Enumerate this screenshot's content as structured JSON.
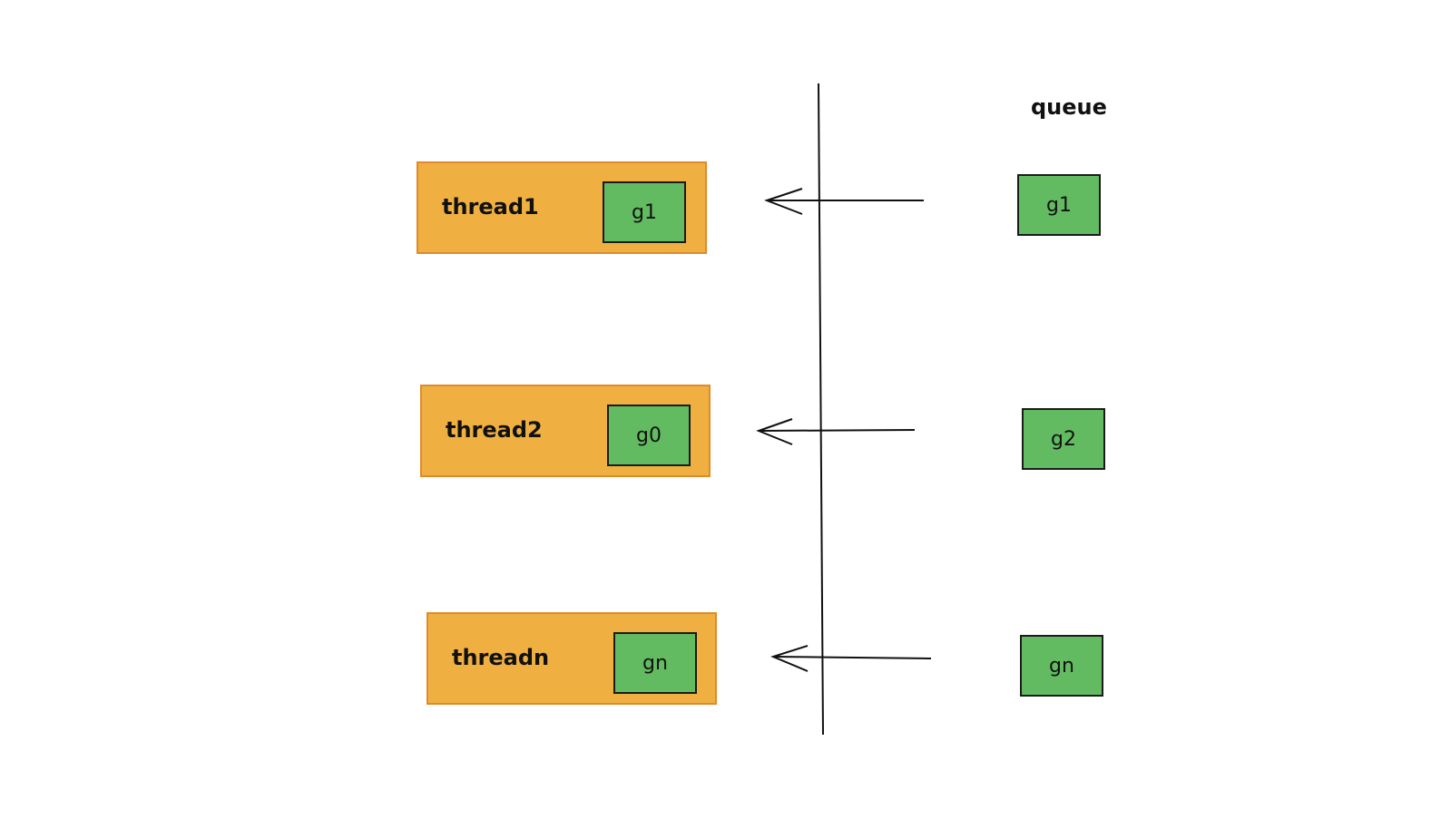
{
  "queue_label": "queue",
  "threads": [
    {
      "label": "thread1",
      "current": "g1"
    },
    {
      "label": "thread2",
      "current": "g0"
    },
    {
      "label": "threadn",
      "current": "gn"
    }
  ],
  "queue_items": [
    "g1",
    "g2",
    "gn"
  ],
  "colors": {
    "thread_fill": "#efb041",
    "thread_stroke": "#e08a2c",
    "goroutine_fill": "#63bb61"
  }
}
